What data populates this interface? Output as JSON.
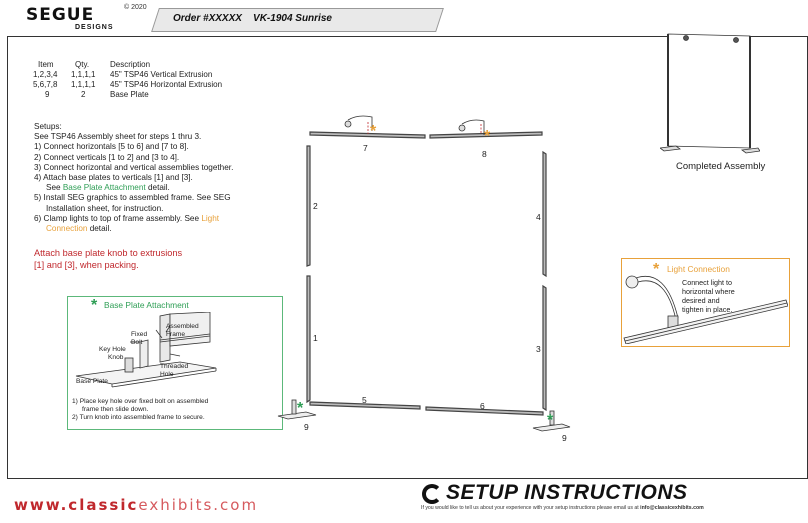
{
  "header": {
    "logo": "SEGUE",
    "logo_sub": "DESIGNS",
    "copyright": "© 2020",
    "order": "Order #XXXXX    VK-1904 Sunrise"
  },
  "parts_table": {
    "headers": [
      "Item",
      "Qty.",
      "Description"
    ],
    "rows": [
      {
        "item": "1,2,3,4",
        "qty": "1,1,1,1",
        "desc": "45\" TSP46 Vertical Extrusion"
      },
      {
        "item": "5,6,7,8",
        "qty": "1,1,1,1",
        "desc": "45\" TSP46 Horizontal Extrusion"
      },
      {
        "item": "9",
        "qty": "2",
        "desc": "Base Plate"
      }
    ]
  },
  "setups": {
    "title": "Setups:",
    "lines": [
      "See TSP46 Assembly sheet for steps 1 thru 3.",
      "1) Connect horizontals [5 to 6] and [7 to 8].",
      "2) Connect verticals [1 to 2] and [3 to 4].",
      "3) Connect horizontal and vertical assemblies together.",
      "4) Attach base plates to verticals [1] and [3]."
    ],
    "step4_prefix": "See ",
    "step4_link": "Base Plate Attachment",
    "step4_suffix": " detail.",
    "step5_a": "5) Install SEG graphics to assembled frame. See SEG",
    "step5_b": "Installation sheet, for instruction.",
    "step6_a": "6) Clamp lights to top of frame assembly. See ",
    "step6_link_a": "Light",
    "step6_link_b": "Connection",
    "step6_suffix": " detail."
  },
  "warning": {
    "line1": "Attach base plate knob to extrusions",
    "line2": "[1] and [3], when packing."
  },
  "base_plate_detail": {
    "title": "Base Plate Attachment",
    "labels": {
      "assembled_frame": "Assembled Frame",
      "fixed_bolt": "Fixed Bolt",
      "key_hole": "Key Hole",
      "knob": "Knob",
      "threaded_hole": "Threaded Hole",
      "base_plate": "Base Plate"
    },
    "step1_a": "1) Place key hole over fixed bolt on assembled",
    "step1_b": "frame then slide down.",
    "step2": "2) Turn knob into assembled frame to secure."
  },
  "light_detail": {
    "title": "Light Connection",
    "lines": [
      "Connect light to",
      "horizontal where",
      "desired and",
      "tighten in place."
    ]
  },
  "diagram": {
    "labels": [
      "7",
      "8",
      "2",
      "4",
      "1",
      "3",
      "5",
      "6",
      "9",
      "9"
    ]
  },
  "completed": {
    "label": "Completed Assembly"
  },
  "footer": {
    "url_bold": "www.classic",
    "url_rest": "exhibits.com",
    "title": "SETUP INSTRUCTIONS",
    "note_prefix": "If you would like to tell us about your experience with your setup instructions please email us at ",
    "note_email": "info@classicexhibits.com"
  },
  "colors": {
    "green": "#2e9e55",
    "orange": "#e8a13a",
    "red": "#c0282d"
  }
}
